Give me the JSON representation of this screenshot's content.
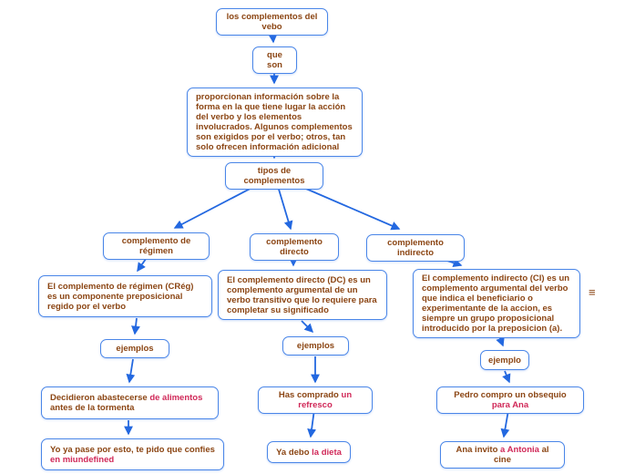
{
  "map": {
    "root": "los complementos del vebo",
    "que_son": "que son",
    "definition": "proporcionan información sobre la forma en la que tiene lugar la acción del verbo y los elementos involucrados. Algunos complementos son exigidos por el verbo; otros, tan solo ofrecen información adicional",
    "tipos": "tipos de complementos",
    "regimen": "complemento de régimen",
    "directo": "complemento directo",
    "indirecto": "complemento indirecto",
    "regimen_def": "El complemento de régimen (CRég) es un componente preposicional regido por el verbo",
    "directo_def": "El complemento directo (DC) es un complemento argumental de un verbo transitivo que lo requiere para completar su significado",
    "indirecto_def": "El complemento indirecto (CI) es un complemento argumental del verbo que indica el beneficiario o experimentante de la accion, es siempre un grupo proposicional introducido por la preposicion (a).",
    "ejemplos_regimen": "ejemplos",
    "ejemplos_directo": "ejemplos",
    "ejemplo_indirecto": "ejemplo"
  },
  "examples": {
    "regimen_1": {
      "pre": "Decidieron abastecerse ",
      "hl": "de alimentos",
      "post": " antes de la tormenta"
    },
    "regimen_2": {
      "pre": "Yo ya pase por esto, te pido que confies ",
      "hl": "en miundefined",
      "post": ""
    },
    "directo_1": {
      "pre": "Has comprado ",
      "hl": "un refresco",
      "post": ""
    },
    "directo_2": {
      "pre": "Ya debo ",
      "hl": "la dieta",
      "post": ""
    },
    "indirecto_1": {
      "pre": "Pedro compro un obsequio ",
      "hl": "para Ana",
      "post": ""
    },
    "indirecto_2": {
      "pre": "Ana invito ",
      "hl": "a Antonia",
      "post": " al cine"
    }
  },
  "icons": {
    "menu_glyph": "≡"
  },
  "colors": {
    "node_border": "#4a86e8",
    "arrow": "#2368e0",
    "text": "#8b4513",
    "highlight": "#d02858"
  }
}
